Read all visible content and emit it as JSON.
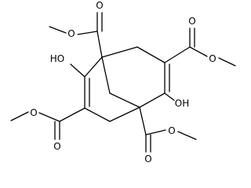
{
  "molecule": {
    "colors": {
      "bond": "#000000",
      "label": "#000000",
      "background": "#ffffff"
    },
    "atoms": {
      "o_ester_left_top_carbonyl": "O",
      "o_ester_left_top_ether": "O",
      "o_ester_right_top_carbonyl": "O",
      "o_ester_right_top_ether": "O",
      "o_ester_left_bottom_ether": "O",
      "o_ester_left_bottom_carbonyl": "O",
      "o_ester_right_bottom_carbonyl": "O",
      "o_ester_right_bottom_ether": "O",
      "hydroxyl_left": "HO",
      "hydroxyl_right": "OH"
    }
  }
}
